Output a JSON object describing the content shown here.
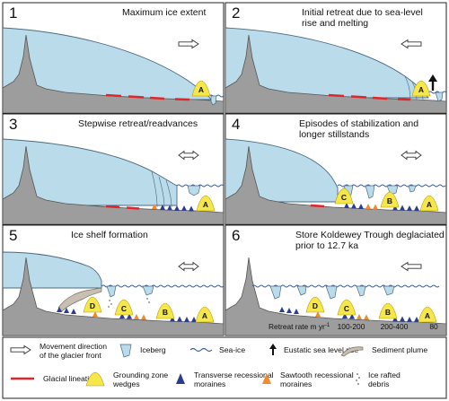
{
  "panels": [
    {
      "number": "1",
      "title_lines": [
        "Maximum ice extent"
      ],
      "wedges": [
        "A"
      ]
    },
    {
      "number": "2",
      "title_lines": [
        "Initial retreat due to sea-level",
        "rise and melting"
      ],
      "wedges": [
        "A"
      ]
    },
    {
      "number": "3",
      "title_lines": [
        "Stepwise retreat/readvances"
      ],
      "wedges": [
        "A"
      ]
    },
    {
      "number": "4",
      "title_lines": [
        "Episodes of stabilization and",
        "longer stillstands"
      ],
      "wedges": [
        "A",
        "B",
        "C"
      ]
    },
    {
      "number": "5",
      "title_lines": [
        "Ice shelf formation"
      ],
      "wedges": [
        "A",
        "B",
        "C",
        "D"
      ]
    },
    {
      "number": "6",
      "title_lines": [
        "Store Koldewey Trough deglaciated",
        "prior to 12.7 ka"
      ],
      "wedges": [
        "A",
        "B",
        "C",
        "D"
      ],
      "retreat_rate": {
        "label": "Retreat rate m yr",
        "superscript": "-1",
        "values": [
          "100-200",
          "200-400",
          "80"
        ]
      }
    }
  ],
  "legend": [
    {
      "icon": "double-arrow-icon",
      "lines": [
        "Movement direction",
        "of the glacier front"
      ]
    },
    {
      "icon": "iceberg-icon",
      "lines": [
        "Iceberg"
      ]
    },
    {
      "icon": "sea-ice-icon",
      "lines": [
        "Sea-ice"
      ]
    },
    {
      "icon": "up-arrow-icon",
      "lines": [
        "Eustatic sea level rise"
      ]
    },
    {
      "icon": "sediment-plume-icon",
      "lines": [
        "Sediment plume"
      ]
    },
    {
      "icon": "red-dash-icon",
      "lines": [
        "Glacial lineations"
      ]
    },
    {
      "icon": "wedge-icon",
      "lines": [
        "Grounding zone",
        "wedges"
      ]
    },
    {
      "icon": "blue-moraine-icon",
      "lines": [
        "Transverse recessional",
        "moraines"
      ]
    },
    {
      "icon": "orange-moraine-icon",
      "lines": [
        "Sawtooth recessional",
        "moraines"
      ]
    },
    {
      "icon": "dots-icon",
      "lines": [
        "Ice rafted",
        "debris"
      ]
    }
  ],
  "colors": {
    "ice": "#b9dbea",
    "ice_stroke": "#4a6a80",
    "bed": "#9d9d9d",
    "bed_stroke": "#555555",
    "lineation": "#e0262a",
    "wedge": "#f5e64a",
    "transverse_moraine": "#2b3d8f",
    "sawtooth_moraine": "#f08a2e",
    "sea_ice": "#3b5b9a"
  }
}
